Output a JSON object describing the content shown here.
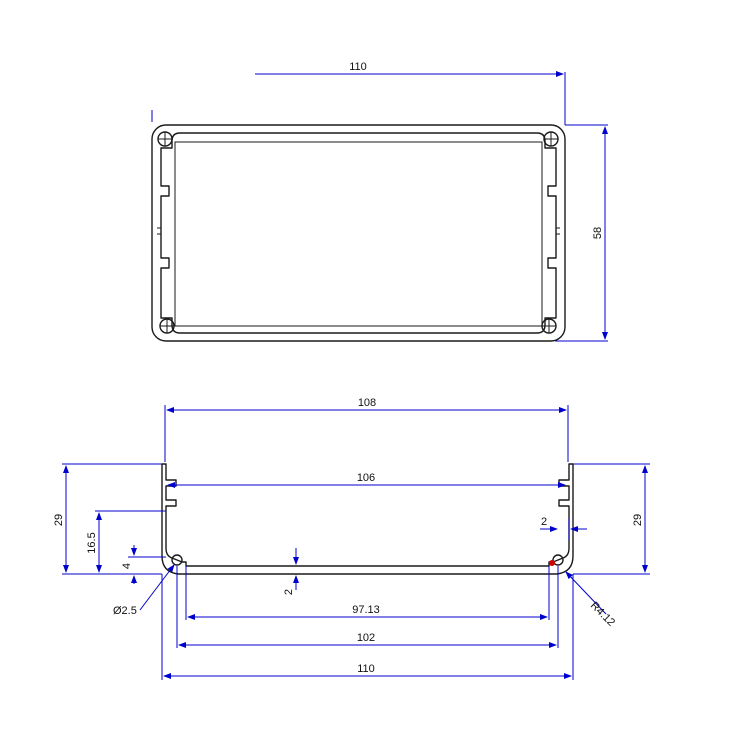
{
  "top_view": {
    "width_label": "110",
    "height_label": "58"
  },
  "bottom_view": {
    "outer_width_label": "108",
    "inner_width_label": "106",
    "left_height_label": "29",
    "right_height_label": "29",
    "slot_height_label": "16.5",
    "step_label": "4",
    "right_gap_label": "2",
    "floor_thickness_label": "2",
    "floor_span_label": "97.13",
    "groove_span_label": "102",
    "overall_width_label": "110",
    "hole_diameter_label": "Ø2.5",
    "radius_label": "R4.12"
  },
  "colors": {
    "dimension_line": "#0000cc",
    "profile_line": "#1a1a1a",
    "hole_marker": "#cc0000"
  }
}
